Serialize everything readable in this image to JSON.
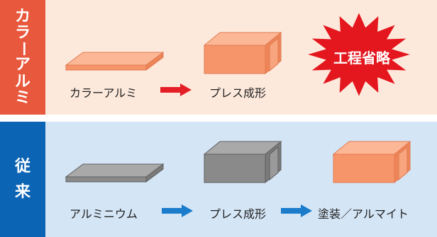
{
  "top_panel": {
    "side_label_chars": [
      "カ",
      "ラ",
      "ー",
      "ア",
      "ル",
      "ミ"
    ],
    "step1_label": "カラーアルミ",
    "step2_label": "プレス成形",
    "burst_label": "工程省略"
  },
  "bottom_panel": {
    "side_label_chars": [
      "従",
      "来"
    ],
    "step1_label": "アルミニウム",
    "step2_label": "プレス成形",
    "step3_label": "塗装／アルマイト"
  },
  "colors": {
    "top_panel_bg": "#fde9dc",
    "top_side_bg": "#e8583d",
    "bottom_panel_bg": "#d4e5f6",
    "bottom_side_bg": "#0c64b4",
    "orange_face": "#f6946a",
    "gray_face": "#8a8a8a",
    "red_arrow": "#e41e26",
    "blue_arrow": "#1a7ccb",
    "burst_red": "#e4161e"
  },
  "icons": {
    "flat_sheet_orange": "flat-sheet-icon",
    "pressed_box_orange": "pressed-box-icon",
    "flat_sheet_gray": "flat-sheet-icon",
    "pressed_box_gray": "pressed-box-icon",
    "arrow": "right-arrow-icon",
    "burst": "starburst-icon"
  }
}
